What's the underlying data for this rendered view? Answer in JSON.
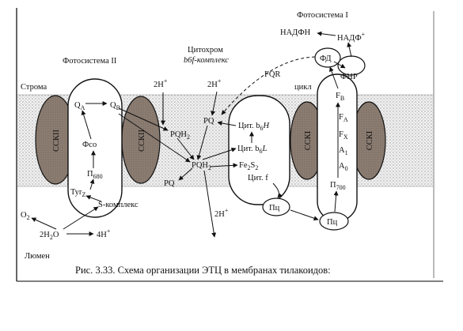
{
  "labels": {
    "photosystem1": "Фотосистема I",
    "photosystem2": "Фотосистема II",
    "cytochrome_line1": "Цитохром",
    "cytochrome_line2": "b6f-комплекс",
    "stroma": "Строма",
    "lumen": "Люмен",
    "cycle": "цикл",
    "fqr": "FQR",
    "nadph": "НАДФН",
    "nadp": "НАДФ",
    "nadp_sup": "+",
    "fd": "ФД",
    "fnr": "ФНР",
    "sskII_left": "ССКII",
    "sskII_right": "ССКII",
    "sskI_left": "ССКI",
    "sskI_right": "ССКI",
    "qa": "Q",
    "qa_sub": "A",
    "qb": "Q",
    "qb_sub": "B",
    "fso": "Фсо",
    "p680": "П",
    "p680_sub": "680",
    "tyr": "Tyr",
    "tyr_sub": "Z",
    "s_complex": "S-комплекс",
    "pqh2_top": "PQH",
    "pqh2_top_sub": "2",
    "pqh2_mid": "PQH",
    "pqh2_mid_sub": "2",
    "pq_top": "PQ",
    "pq_bottom": "PQ",
    "cyt_bh_a": "Цит. b",
    "cyt_bh_b": "6",
    "cyt_bh_c": "H",
    "cyt_bl_a": "Цит. b",
    "cyt_bl_b": "6",
    "cyt_bl_c": "L",
    "fes_a": "Fe",
    "fes_b": "2",
    "fes_c": "S",
    "fes_d": "2",
    "cyt_f": "Цит. f",
    "pc1": "Пц",
    "pc2": "Пц",
    "fb_a": "F",
    "fb_b": "B",
    "fa_a": "F",
    "fa_b": "A",
    "fx_a": "F",
    "fx_b": "X",
    "a1_a": "A",
    "a1_b": "1",
    "a0_a": "A",
    "a0_b": "0",
    "p700": "П",
    "p700_sub": "700",
    "proton_left": "2H",
    "proton_right": "2H",
    "proton_bottom": "2H",
    "proton_sup": "+",
    "o2": "O",
    "o2_sub": "2",
    "h2o_a": "2H",
    "h2o_b": "2",
    "h2o_c": "O",
    "h4_a": "4H",
    "h4_b": "+"
  },
  "caption": "Рис. 3.33. Схема организации ЭТЦ в мембранах тилакоидов:",
  "colors": {
    "ssk_fill": "#8c7d72",
    "membrane_dot": "#a8a8a8",
    "ink": "#111111"
  }
}
